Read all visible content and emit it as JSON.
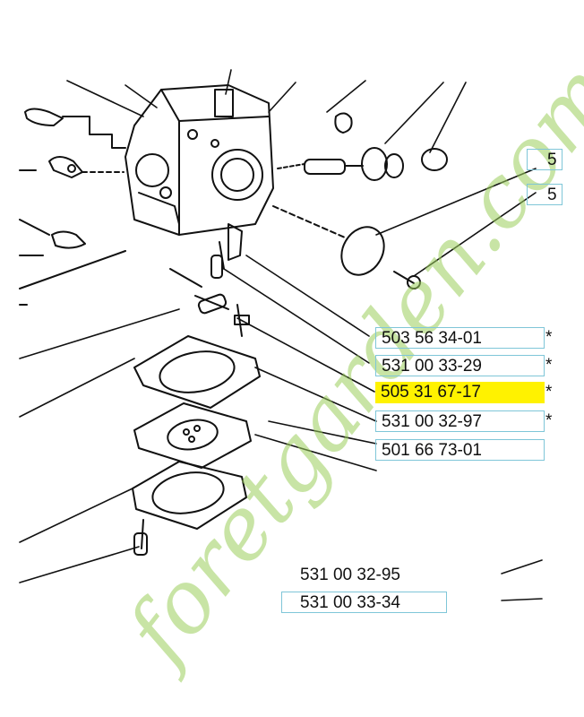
{
  "parts": [
    {
      "number": "503 56 34-01",
      "star": "*"
    },
    {
      "number": "531 00 33-29",
      "star": "*"
    },
    {
      "number": "505 31 67-17",
      "star": "*"
    },
    {
      "number": "531 00 32-97",
      "star": "*"
    },
    {
      "number": "501 66 73-01",
      "star": ""
    },
    {
      "number": "531 00 32-95",
      "star": ""
    },
    {
      "number": "531 00 33-34",
      "star": ""
    }
  ],
  "cut_labels": [
    "5",
    "5"
  ],
  "watermark": "foretgarden.com",
  "colors": {
    "highlight": "#fff200",
    "box_border": "#7fc6d8",
    "watermark": "#9ccf5c",
    "line": "#111111"
  }
}
